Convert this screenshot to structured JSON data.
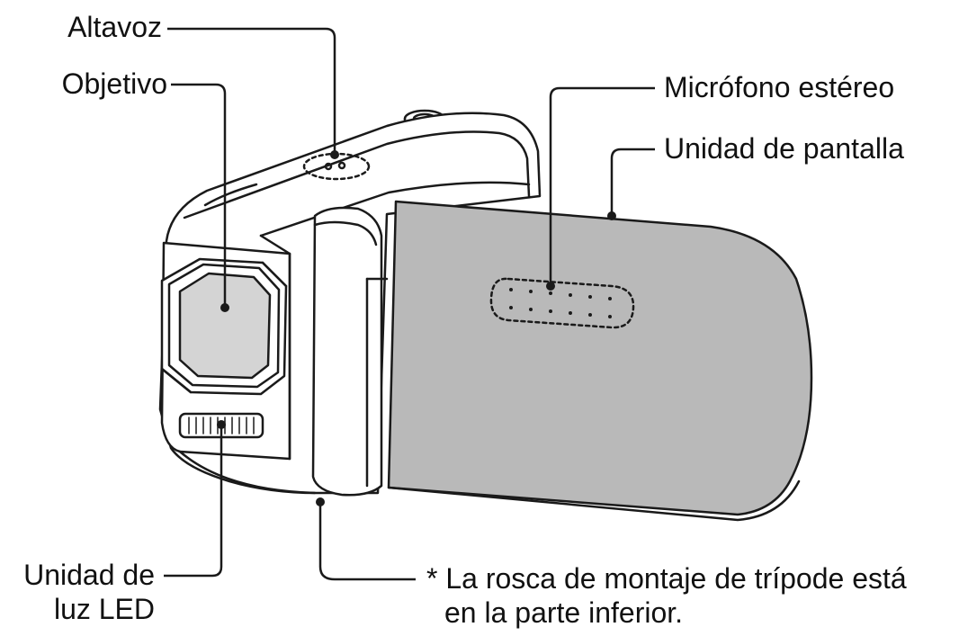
{
  "colors": {
    "ink": "#1a1a1a",
    "screen_fill": "#b9b9b9",
    "lens_fill": "#d4d4d4",
    "body_fill": "#ffffff",
    "background": "#ffffff"
  },
  "labels": {
    "altavoz": "Altavoz",
    "objetivo": "Objetivo",
    "microfono": "Micrófono estéreo",
    "pantalla": "Unidad de pantalla",
    "led_line1": "Unidad de",
    "led_line2": "luz LED",
    "tripode_line1": "* La rosca de montaje de trípode está",
    "tripode_line2": "en la parte inferior."
  }
}
